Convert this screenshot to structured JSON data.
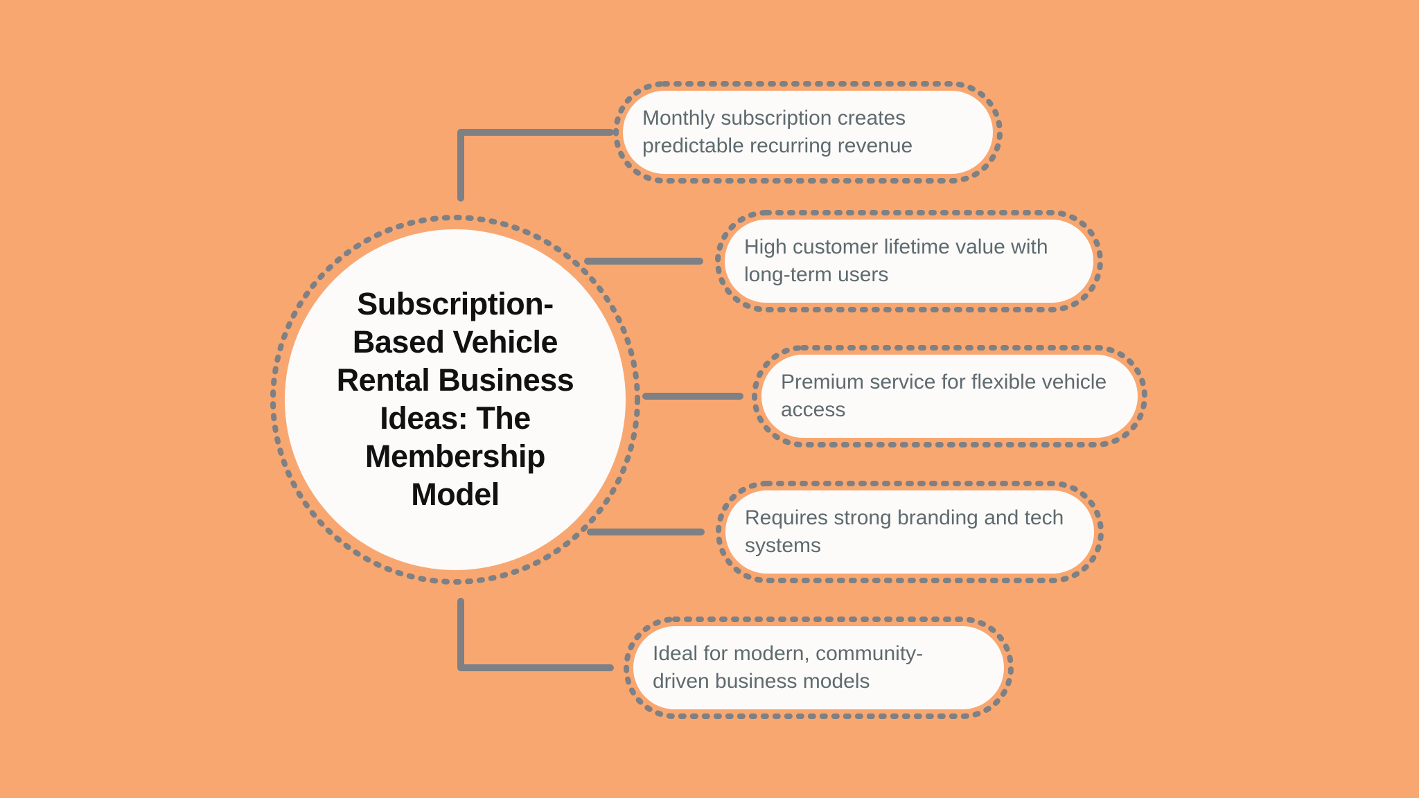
{
  "center": {
    "title": "Subscription-\nBased Vehicle\nRental Business\nIdeas: The\nMembership\nModel"
  },
  "nodes": [
    {
      "label": "Monthly subscription creates\npredictable recurring revenue"
    },
    {
      "label": "High customer lifetime value with\nlong-term users"
    },
    {
      "label": "Premium service for flexible vehicle\naccess"
    },
    {
      "label": "Requires strong branding and tech\nsystems"
    },
    {
      "label": "Ideal for modern, community-\ndriven business models"
    }
  ],
  "colors": {
    "background": "#F9A770",
    "border": "#7D8084",
    "connector": "#7D8084",
    "node_fill": "#FCFBFA",
    "node_text": "#5E6A6E",
    "title_text": "#111111"
  }
}
